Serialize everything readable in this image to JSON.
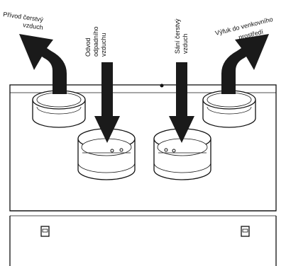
{
  "labels": {
    "fresh_supply": {
      "line1": "Přívod čerstvý",
      "line2": "vzduch"
    },
    "extract_exhaust": {
      "line1": "Odvod",
      "line2": "odpadního",
      "line3": "vzduchu"
    },
    "fresh_intake": {
      "line1": "Sání čerstvý",
      "line2": "vzduch"
    },
    "exhaust_outdoor": {
      "line1": "Výfuk do venkovního",
      "line2": "prostředí"
    }
  },
  "colors": {
    "line": "#111111",
    "arrow_fill": "#1a1a1a",
    "background": "#ffffff"
  },
  "icons": {
    "arrow_out": "curved-up-arrow",
    "arrow_in": "down-arrow",
    "latch": "square-latch"
  }
}
